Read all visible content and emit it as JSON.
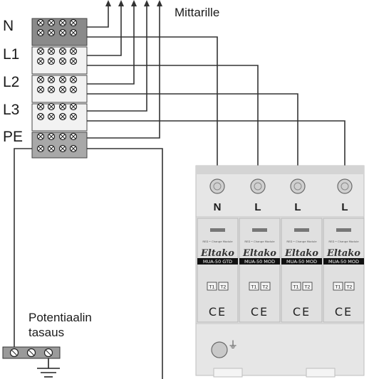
{
  "busbar": {
    "labels": [
      "N",
      "L1",
      "L2",
      "L3",
      "PE"
    ],
    "colors": {
      "n_block": "#8a8a8a",
      "pe_block": "#a8a8a8",
      "phase_block": "#f2f2f2"
    }
  },
  "meter_label": "Mittarille",
  "equipotential": {
    "line1": "Potentiaalin",
    "line2": "tasaus"
  },
  "device": {
    "terminal_labels": [
      "N",
      "L",
      "L",
      "L"
    ],
    "module_text": "RED • Change Module",
    "brand": "Eltako",
    "models": [
      "MUA-50 GTD",
      "MUA-50 MOD",
      "MUA-50 MOD",
      "MUA-50 MOD"
    ],
    "type_labels": [
      "T1",
      "T2"
    ],
    "ce_mark": "CE",
    "ground_symbol": "⏚"
  }
}
